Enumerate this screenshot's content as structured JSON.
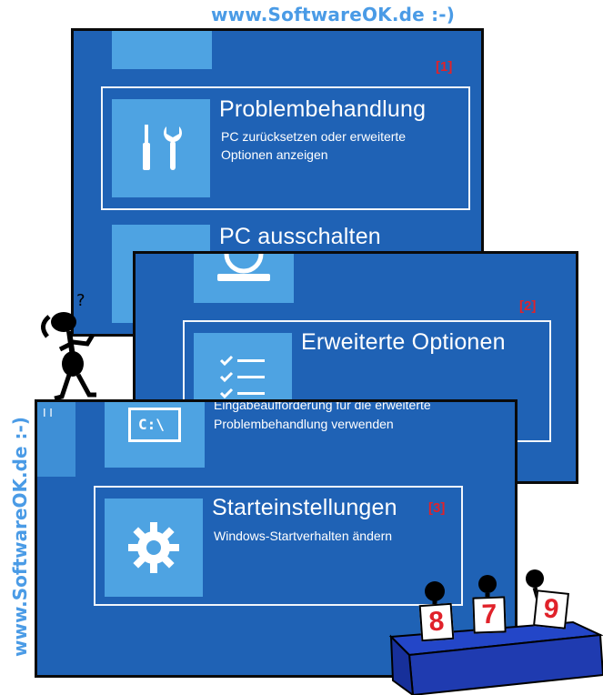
{
  "watermark": {
    "top": "www.SoftwareOK.de :-)",
    "side": "www.SoftwareOK.de :-)"
  },
  "panel1": {
    "marker": "[1]",
    "option": {
      "title": "Problembehandlung",
      "desc_line1": "PC zurücksetzen oder erweiterte",
      "desc_line2": "Optionen anzeigen",
      "icon": "tools-icon"
    },
    "second_option": {
      "title": "PC ausschalten"
    }
  },
  "panel2": {
    "marker": "[2]",
    "option": {
      "title": "Erweiterte Optionen",
      "icon": "checklist-icon"
    }
  },
  "panel3": {
    "marker": "[3]",
    "cmd_option": {
      "icon_label": "C:\\",
      "desc_line1": "Eingabeaufforderung für die erweiterte",
      "desc_line2": "Problembehandlung verwenden"
    },
    "option": {
      "title": "Starteinstellungen",
      "desc": "Windows-Startverhalten ändern",
      "icon": "gear-icon"
    }
  },
  "judges": {
    "scores": [
      "8",
      "7",
      "9"
    ]
  },
  "colors": {
    "panel_bg": "#1f62b5",
    "tile": "#4ea3e2",
    "marker": "#e0222a",
    "watermark": "#4a9be6",
    "table": "#1f3bb0"
  }
}
